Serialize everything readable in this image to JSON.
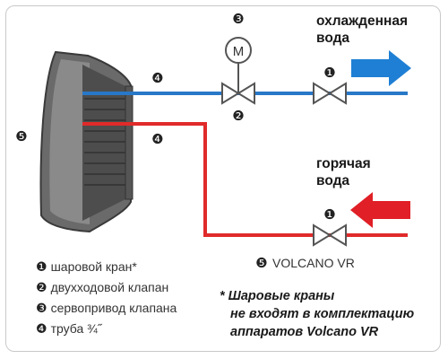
{
  "colors": {
    "cold_pipe": "#2878c8",
    "hot_pipe": "#e02a2a",
    "cold_arrow": "#1f7fd4",
    "hot_arrow": "#e01f26"
  },
  "markers": {
    "m1": "❶",
    "m2": "❷",
    "m3": "❸",
    "m4": "❹",
    "m5": "❺"
  },
  "motor_label": "M",
  "flows": {
    "cold_line1": "охлажденная",
    "cold_line2": "вода",
    "hot_line1": "горячая",
    "hot_line2": "вода"
  },
  "unit_label": "VOLCANO VR",
  "legend": [
    {
      "marker": "❶",
      "text": "шаровой кран*"
    },
    {
      "marker": "❷",
      "text": "двухходовой клапан"
    },
    {
      "marker": "❸",
      "text": "сервопривод клапана"
    },
    {
      "marker": "❹",
      "text": "труба ¾˝"
    }
  ],
  "note": {
    "line1": "* Шаровые краны",
    "line2": "не входят в комплектацию",
    "line3": "аппаратов Volcano VR"
  }
}
